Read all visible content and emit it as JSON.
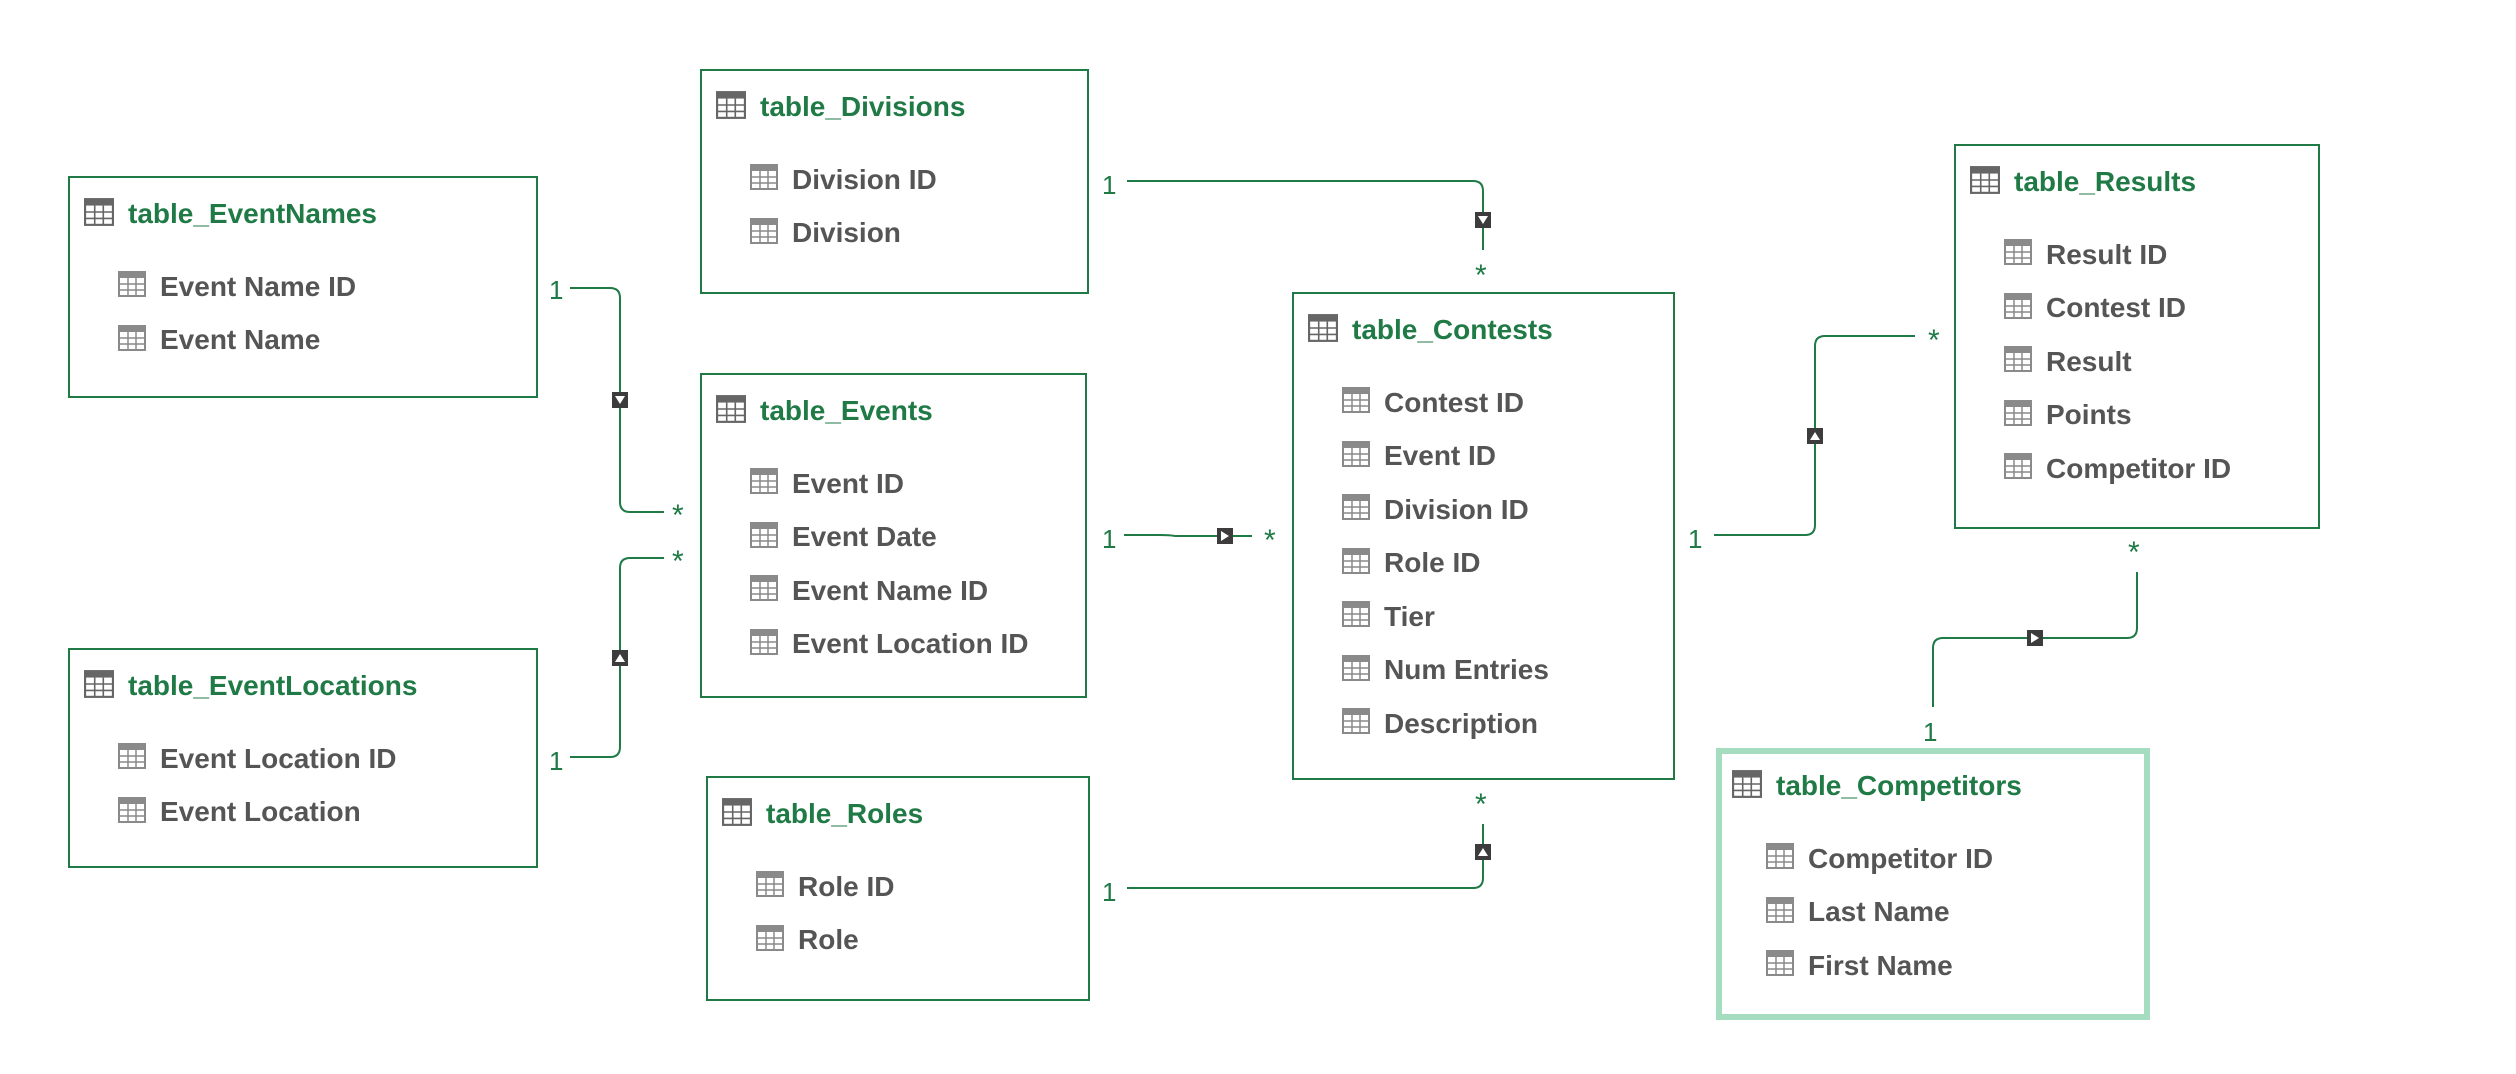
{
  "tables": [
    {
      "id": "divisions",
      "title": "table_Divisions",
      "fields": [
        "Division ID",
        "Division"
      ]
    },
    {
      "id": "eventnames",
      "title": "table_EventNames",
      "fields": [
        "Event Name ID",
        "Event Name"
      ]
    },
    {
      "id": "events",
      "title": "table_Events",
      "fields": [
        "Event ID",
        "Event Date",
        "Event Name ID",
        "Event Location ID"
      ]
    },
    {
      "id": "eventlocations",
      "title": "table_EventLocations",
      "fields": [
        "Event Location ID",
        "Event Location"
      ]
    },
    {
      "id": "roles",
      "title": "table_Roles",
      "fields": [
        "Role ID",
        "Role"
      ]
    },
    {
      "id": "contests",
      "title": "table_Contests",
      "fields": [
        "Contest ID",
        "Event ID",
        "Division ID",
        "Role ID",
        "Tier",
        "Num Entries",
        "Description"
      ]
    },
    {
      "id": "results",
      "title": "table_Results",
      "fields": [
        "Result ID",
        "Contest ID",
        "Result",
        "Points",
        "Competitor ID"
      ]
    },
    {
      "id": "competitors",
      "title": "table_Competitors",
      "fields": [
        "Competitor ID",
        "Last Name",
        "First Name"
      ],
      "selected": true
    }
  ],
  "relationships": [
    {
      "id": "eventnames-events",
      "from": "eventnames",
      "to": "events",
      "from_label": "1",
      "to_label": "*",
      "arrow": "down"
    },
    {
      "id": "eventlocations-events",
      "from": "eventlocations",
      "to": "events",
      "from_label": "1",
      "to_label": "*",
      "arrow": "up"
    },
    {
      "id": "divisions-contests",
      "from": "divisions",
      "to": "contests",
      "from_label": "1",
      "to_label": "*",
      "arrow": "down"
    },
    {
      "id": "events-contests",
      "from": "events",
      "to": "contests",
      "from_label": "1",
      "to_label": "*",
      "arrow": "right"
    },
    {
      "id": "roles-contests",
      "from": "roles",
      "to": "contests",
      "from_label": "1",
      "to_label": "*",
      "arrow": "up"
    },
    {
      "id": "contests-results",
      "from": "contests",
      "to": "results",
      "from_label": "1",
      "to_label": "*",
      "arrow": "up"
    },
    {
      "id": "competitors-results",
      "from": "competitors",
      "to": "results",
      "from_label": "1",
      "to_label": "*",
      "arrow": "right"
    }
  ],
  "colors": {
    "accent": "#1f7a46",
    "field_text": "#555555",
    "selected_border": "#a6dcc0",
    "arrow_fill": "#3c3c3c"
  }
}
